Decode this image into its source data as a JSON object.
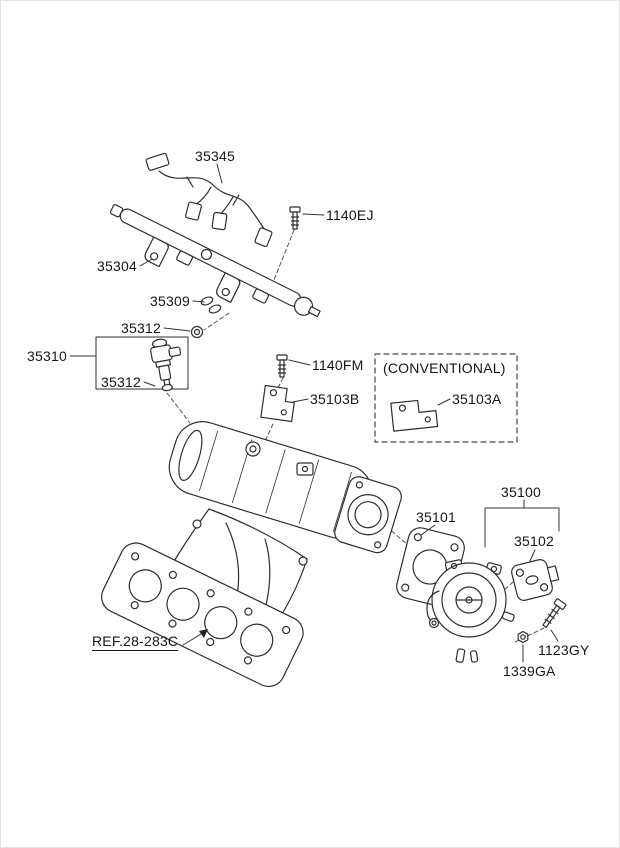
{
  "diagram": {
    "type": "exploded-parts-diagram",
    "line_color": "#2e2e2e",
    "background": "#ffffff",
    "callouts": [
      {
        "id": "35345",
        "label": "35345"
      },
      {
        "id": "1140EJ",
        "label": "1140EJ"
      },
      {
        "id": "35304",
        "label": "35304"
      },
      {
        "id": "35309",
        "label": "35309"
      },
      {
        "id": "35312-upper",
        "label": "35312"
      },
      {
        "id": "35310",
        "label": "35310"
      },
      {
        "id": "35312-lower",
        "label": "35312"
      },
      {
        "id": "1140FM",
        "label": "1140FM"
      },
      {
        "id": "35103B",
        "label": "35103B"
      },
      {
        "id": "conventional",
        "label": "(CONVENTIONAL)"
      },
      {
        "id": "35103A",
        "label": "35103A"
      },
      {
        "id": "35100",
        "label": "35100"
      },
      {
        "id": "35101",
        "label": "35101"
      },
      {
        "id": "35102",
        "label": "35102"
      },
      {
        "id": "1123GY",
        "label": "1123GY"
      },
      {
        "id": "1339GA",
        "label": "1339GA"
      },
      {
        "id": "ref-28-283C",
        "label": "REF.28-283C"
      }
    ]
  }
}
